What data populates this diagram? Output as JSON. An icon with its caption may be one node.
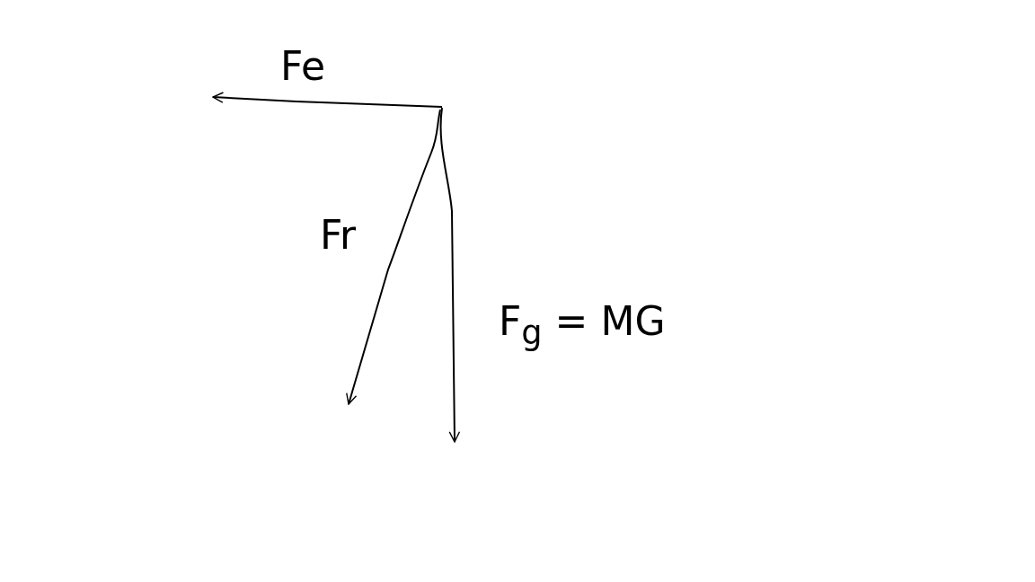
{
  "diagram": {
    "labels": [
      "Fe",
      "Fr",
      "F$_{g}$ = MG"
    ]
  }
}
